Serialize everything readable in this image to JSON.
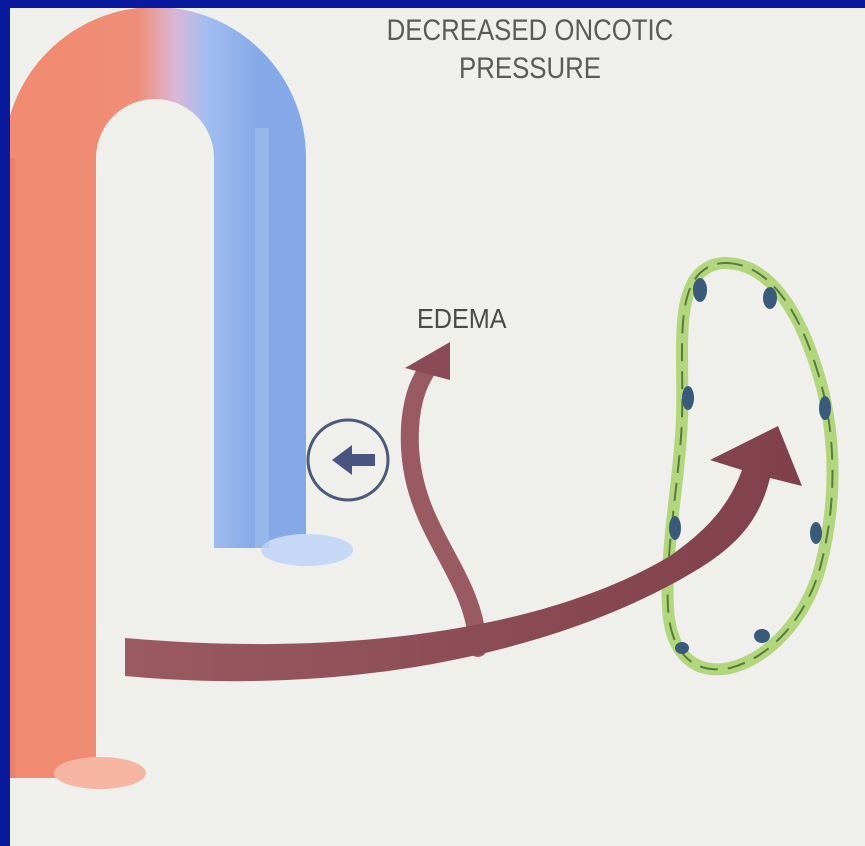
{
  "title": {
    "line1": "DECREASED ONCOTIC",
    "line2": "PRESSURE"
  },
  "labels": {
    "edema": "EDEMA"
  },
  "colors": {
    "frame_border": "#0a1a9e",
    "background": "#efefec",
    "artery": "#f08a70",
    "vein": "#8fb0e8",
    "arrow": "#8a4a55",
    "lymphatic_wall": "#b8dc86",
    "lymphatic_nuclei": "#3a5a7a",
    "text": "#5a5a5a"
  },
  "icons": [
    "capillary-loop",
    "oncotic-pressure-circle-arrow",
    "edema-arrow",
    "lymph-flow-arrow",
    "lymphatic-vessel"
  ]
}
